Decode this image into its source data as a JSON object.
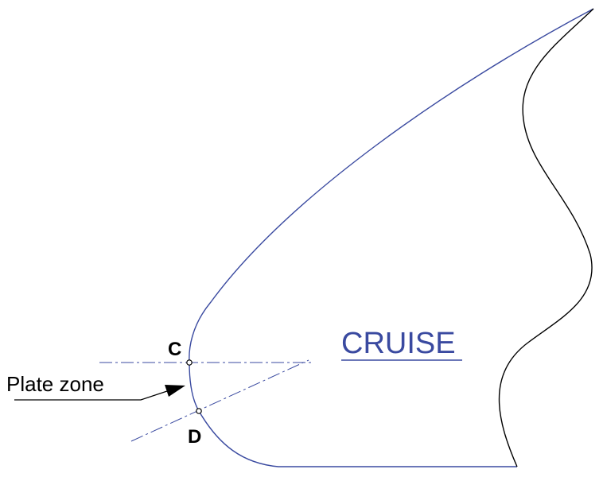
{
  "labels": {
    "point_c": "C",
    "point_d": "D",
    "section": "CRUISE",
    "annotation": "Plate zone"
  },
  "colors": {
    "outline": "#3a4aa0",
    "trailing_edge": "#000000",
    "centerlines": "#3a4aa0",
    "section_label": "#3a4aa0",
    "text": "#000000"
  }
}
